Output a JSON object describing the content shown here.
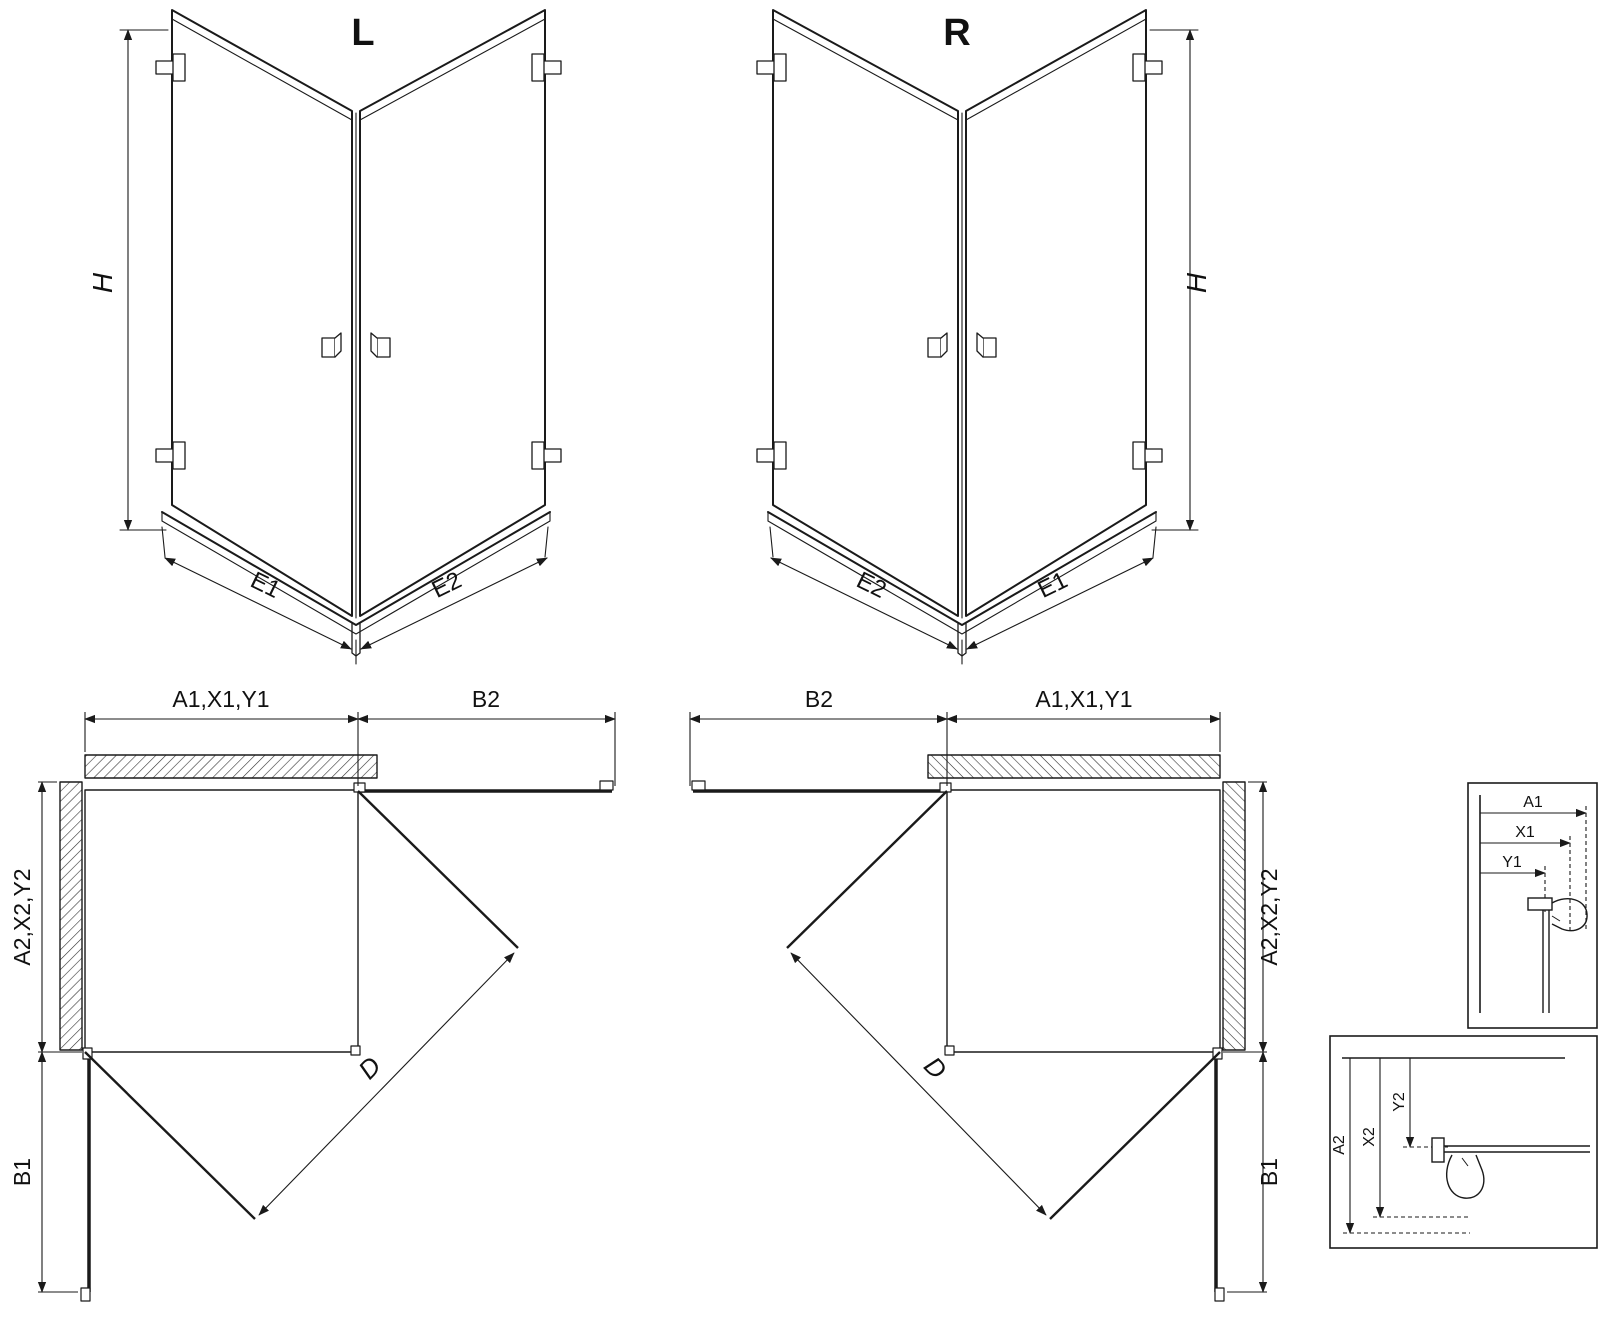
{
  "page": {
    "background": "#ffffff",
    "line_color": "#1a1a1a"
  },
  "views": {
    "iso_left": {
      "variant_label": "L",
      "height": "H",
      "bottom_left": "E1",
      "bottom_right": "E2"
    },
    "iso_right": {
      "variant_label": "R",
      "height": "H",
      "bottom_left": "E2",
      "bottom_right": "E1"
    },
    "plan_left": {
      "top_width": "A1,X1,Y1",
      "door_top": "B2",
      "side_depth": "A2,X2,Y2",
      "door_side": "B1",
      "diagonal": "D"
    },
    "plan_right": {
      "top_width": "A1,X1,Y1",
      "door_top": "B2",
      "side_depth": "A2,X2,Y2",
      "door_side": "B1",
      "diagonal": "D"
    },
    "detail_top": {
      "dim1": "A1",
      "dim2": "X1",
      "dim3": "Y1"
    },
    "detail_bottom": {
      "dim1": "A2",
      "dim2": "X2",
      "dim3": "Y2"
    }
  }
}
